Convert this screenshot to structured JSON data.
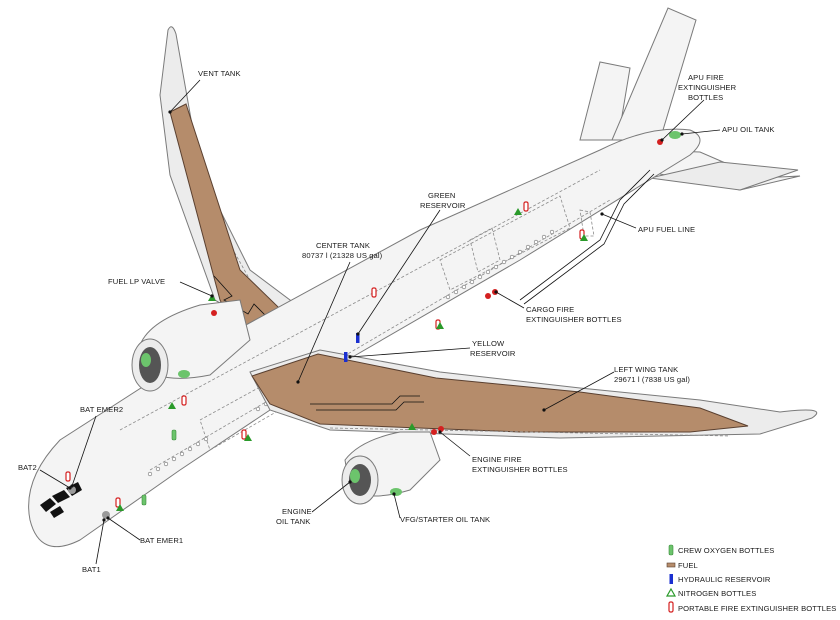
{
  "labels": {
    "vent_tank": "VENT TANK",
    "apu_fire_1": "APU FIRE",
    "apu_fire_2": "EXTINGUISHER",
    "apu_fire_3": "BOTTLES",
    "apu_oil_tank": "APU OIL TANK",
    "green_res_1": "GREEN",
    "green_res_2": "RESERVOIR",
    "apu_fuel_line": "APU FUEL LINE",
    "center_tank_1": "CENTER TANK",
    "center_tank_2": "80737 l (21328 US gal)",
    "fuel_lp_valve": "FUEL LP VALVE",
    "cargo_fire_1": "CARGO FIRE",
    "cargo_fire_2": "EXTINGUISHER BOTTLES",
    "yellow_res_1": "YELLOW",
    "yellow_res_2": "RESERVOIR",
    "left_wing_1": "LEFT WING TANK",
    "left_wing_2": "29671 l (7838 US gal)",
    "bat_emer2": "BAT EMER2",
    "bat2": "BAT2",
    "engine_fire_1": "ENGINE FIRE",
    "engine_fire_2": "EXTINGUISHER BOTTLES",
    "engine_oil_1": "ENGINE",
    "engine_oil_2": "OIL TANK",
    "vfg_oil": "VFG/STARTER OIL TANK",
    "bat_emer1": "BAT EMER1",
    "bat1": "BAT1"
  },
  "legend": [
    {
      "symbol": "crew-oxygen",
      "label": "CREW OXYGEN BOTTLES",
      "color": "#5cb85c"
    },
    {
      "symbol": "fuel",
      "label": "FUEL",
      "color": "#8b5a3c"
    },
    {
      "symbol": "hydraulic",
      "label": "HYDRAULIC RESERVOIR",
      "color": "#1a2fd0"
    },
    {
      "symbol": "nitrogen",
      "label": "NITROGEN BOTTLES",
      "color": "#2a9a2a"
    },
    {
      "symbol": "fire-ext",
      "label": "PORTABLE FIRE EXTINGUISHER BOTTLES",
      "color": "#d42020"
    }
  ],
  "colors": {
    "fuel": "#b58c6b",
    "oxygen": "#6cc46c",
    "hydraulic": "#1a2fd0",
    "nitrogen": "#2a9a2a",
    "fire": "#d42020"
  }
}
